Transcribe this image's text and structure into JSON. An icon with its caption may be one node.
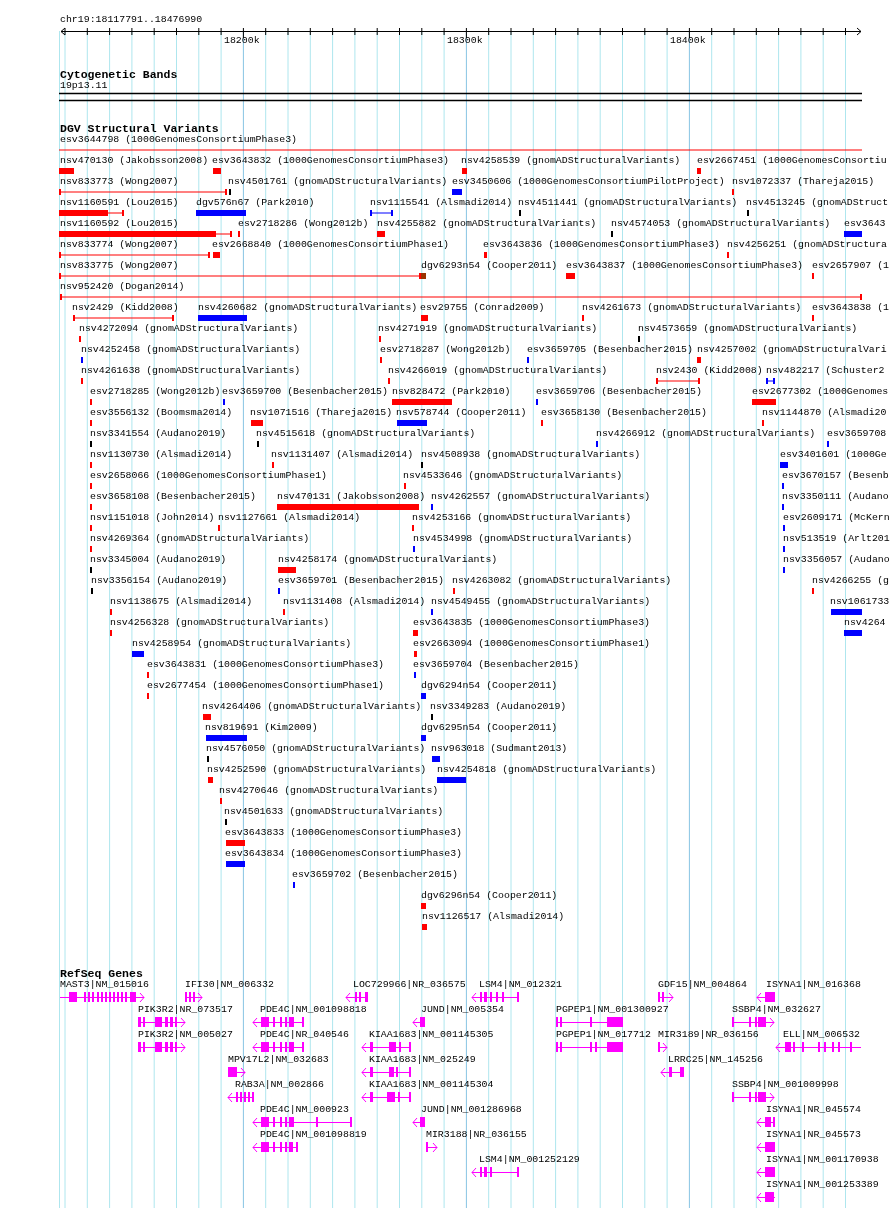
{
  "diagram": {
    "labels": [
      "chr19:18117791..18476990",
      "18200k",
      "18300k",
      "18400k",
      "Cytogenetic Bands",
      "19p13.11",
      "DGV Structural Variants",
      "esv3644798 (1000GenomesConsortiumPhase3)",
      "nsv470130 (Jakobsson2008)",
      "esv3643832 (1000GenomesConsortiumPhase3)",
      "nsv4258539 (gnomADStructuralVariants)",
      "esv2667451 (1000GenomesConsortiu",
      "nsv833773 (Wong2007)",
      "nsv4501761 (gnomADStructuralVariants)",
      "esv3450606 (1000GenomesConsortiumPilotProject)",
      "nsv1072337 (Thareja2015)",
      "nsv1160591 (Lou2015)",
      "dgv576n67 (Park2010)",
      "nsv1115541 (Alsmadi2014)",
      "nsv4511441 (gnomADStructuralVariants)",
      "nsv4513245 (gnomADStruct",
      "nsv1160592 (Lou2015)",
      "esv2718286 (Wong2012b)",
      "nsv4255882 (gnomADStructuralVariants)",
      "nsv4574053 (gnomADStructuralVariants)",
      "esv3643",
      "nsv833774 (Wong2007)",
      "esv2668840 (1000GenomesConsortiumPhase1)",
      "esv3643836 (1000GenomesConsortiumPhase3)",
      "nsv4256251 (gnomADStructura",
      "nsv833775 (Wong2007)",
      "dgv6293n54 (Cooper2011)",
      "esv3643837 (1000GenomesConsortiumPhase3)",
      "esv2657907 (1",
      "nsv952420 (Dogan2014)",
      "nsv2429 (Kidd2008)",
      "nsv4260682 (gnomADStructuralVariants)",
      "esv29755 (Conrad2009)",
      "nsv4261673 (gnomADStructuralVariants)",
      "esv3643838 (1",
      "nsv4272094 (gnomADStructuralVariants)",
      "nsv4271919 (gnomADStructuralVariants)",
      "nsv4573659 (gnomADStructuralVariants)",
      "nsv4252458 (gnomADStructuralVariants)",
      "esv2718287 (Wong2012b)",
      "esv3659705 (Besenbacher2015)",
      "nsv4257002 (gnomADStructuralVari",
      "nsv4261638 (gnomADStructuralVariants)",
      "nsv4266019 (gnomADStructuralVariants)",
      "nsv2430 (Kidd2008)",
      "nsv482217 (Schuster2",
      "esv2718285 (Wong2012b)",
      "esv3659700 (Besenbacher2015)",
      "nsv828472 (Park2010)",
      "esv3659706 (Besenbacher2015)",
      "esv2677302 (1000Genomes",
      "esv3556132 (Boomsma2014)",
      "nsv1071516 (Thareja2015)",
      "nsv578744 (Cooper2011)",
      "esv3658130 (Besenbacher2015)",
      "nsv1144870 (Alsmadi20",
      "nsv3341554 (Audano2019)",
      "nsv4515618 (gnomADStructuralVariants)",
      "nsv4266912 (gnomADStructuralVariants)",
      "esv3659708",
      "nsv1130730 (Alsmadi2014)",
      "nsv1131407 (Alsmadi2014)",
      "nsv4508938 (gnomADStructuralVariants)",
      "esv3401601 (1000Ge",
      "esv2658066 (1000GenomesConsortiumPhase1)",
      "nsv4533646 (gnomADStructuralVariants)",
      "esv3670157 (Besenb",
      "esv3658108 (Besenbacher2015)",
      "nsv470131 (Jakobsson2008)",
      "nsv4262557 (gnomADStructuralVariants)",
      "nsv3350111 (Audano",
      "nsv1151018 (John2014)",
      "nsv1127661 (Alsmadi2014)",
      "nsv4253166 (gnomADStructuralVariants)",
      "esv2609171 (McKern",
      "nsv4269364 (gnomADStructuralVariants)",
      "nsv4534998 (gnomADStructuralVariants)",
      "nsv513519 (Arlt201",
      "nsv3345004 (Audano2019)",
      "nsv4258174 (gnomADStructuralVariants)",
      "nsv3356057 (Audano",
      "nsv3356154 (Audano2019)",
      "esv3659701 (Besenbacher2015)",
      "nsv4263082 (gnomADStructuralVariants)",
      "nsv4266255 (g",
      "nsv1138675 (Alsmadi2014)",
      "nsv1131408 (Alsmadi2014)",
      "nsv4549455 (gnomADStructuralVariants)",
      "nsv1061733",
      "nsv4256328 (gnomADStructuralVariants)",
      "esv3643835 (1000GenomesConsortiumPhase3)",
      "nsv4264",
      "nsv4258954 (gnomADStructuralVariants)",
      "esv2663094 (1000GenomesConsortiumPhase1)",
      "esv3643831 (1000GenomesConsortiumPhase3)",
      "esv3659704 (Besenbacher2015)",
      "esv2677454 (1000GenomesConsortiumPhase1)",
      "dgv6294n54 (Cooper2011)",
      "nsv4264406 (gnomADStructuralVariants)",
      "nsv3349283 (Audano2019)",
      "nsv819691 (Kim2009)",
      "dgv6295n54 (Cooper2011)",
      "nsv4576050 (gnomADStructuralVariants)",
      "nsv963018 (Sudmant2013)",
      "nsv4252590 (gnomADStructuralVariants)",
      "nsv4254818 (gnomADStructuralVariants)",
      "nsv4270646 (gnomADStructuralVariants)",
      "nsv4501633 (gnomADStructuralVariants)",
      "esv3643833 (1000GenomesConsortiumPhase3)",
      "esv3643834 (1000GenomesConsortiumPhase3)",
      "esv3659702 (Besenbacher2015)",
      "dgv6296n54 (Cooper2011)",
      "nsv1126517 (Alsmadi2014)",
      "RefSeq Genes",
      "MAST3|NM_015016",
      "IFI30|NM_006332",
      "LOC729966|NR_036575",
      "LSM4|NM_012321",
      "GDF15|NM_004864",
      "ISYNA1|NM_016368",
      "PIK3R2|NR_073517",
      "PDE4C|NM_001098818",
      "JUND|NM_005354",
      "PGPEP1|NM_001300927",
      "SSBP4|NM_032627",
      "PIK3R2|NM_005027",
      "PDE4C|NR_040546",
      "KIAA1683|NM_001145305",
      "PGPEP1|NM_017712",
      "MIR3189|NR_036156",
      "ELL|NM_006532",
      "MPV17L2|NM_032683",
      "KIAA1683|NM_025249",
      "LRRC25|NM_145256",
      "RAB3A|NM_002866",
      "KIAA1683|NM_001145304",
      "SSBP4|NM_001009998",
      "PDE4C|NM_000923",
      "JUND|NM_001286968",
      "ISYNA1|NR_045574",
      "PDE4C|NM_001098819",
      "MIR3188|NR_036155",
      "ISYNA1|NR_045573",
      "LSM4|NM_001252129",
      "ISYNA1|NM_001170938",
      "ISYNA1|NM_001253389"
    ]
  }
}
